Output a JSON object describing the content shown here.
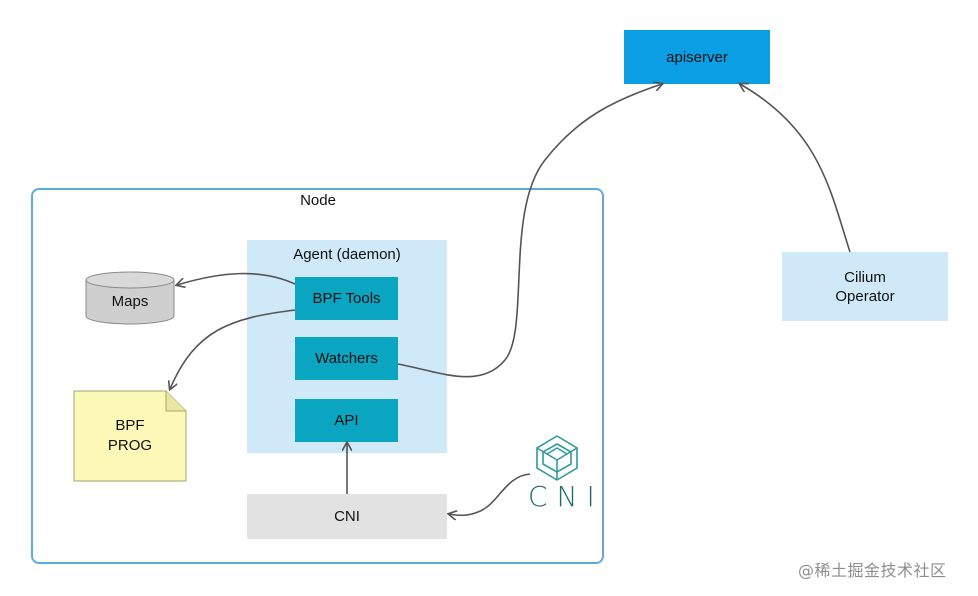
{
  "node": {
    "label": "Node"
  },
  "agent": {
    "label": "Agent (daemon)",
    "bpf_tools": "BPF Tools",
    "watchers": "Watchers",
    "api": "API"
  },
  "apiserver": {
    "label": "apiserver"
  },
  "operator": {
    "line1": "Cilium",
    "line2": "Operator"
  },
  "cni_box": {
    "label": "CNI"
  },
  "maps": {
    "label": "Maps"
  },
  "bpf_prog": {
    "line1": "BPF",
    "line2": "PROG"
  },
  "cni_logo": {
    "text": "CNI",
    "icon": "cni-cube-logo"
  },
  "watermark": {
    "text": "@稀土掘金技术社区"
  },
  "colors": {
    "node_border": "#5ea9de",
    "agent_panel": "#cfe9f8",
    "teal_box": "#0aa5c1",
    "apiserver": "#0a9fe4",
    "cni_box": "#e2e2e2",
    "maps_cylinder": "#cfcfcf",
    "bpf_prog_note": "#fbf8b8",
    "arrow": "#555555",
    "cni_logo": "#2f9a9a"
  }
}
